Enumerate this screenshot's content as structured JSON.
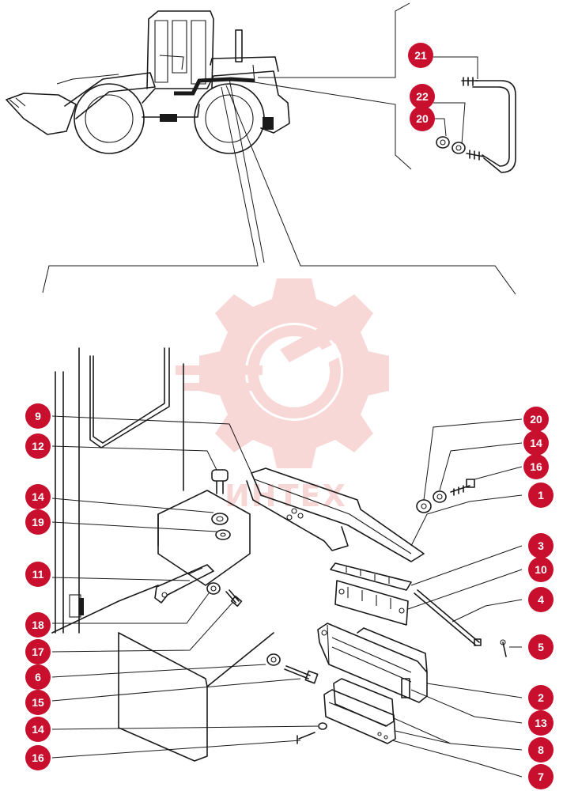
{
  "watermark": {
    "text": "ИНТЕХ",
    "color": "#f4b8b8"
  },
  "callout_color": "#c8102e",
  "callouts": [
    {
      "label": "21"
    },
    {
      "label": "22"
    },
    {
      "label": "20"
    },
    {
      "label": "9"
    },
    {
      "label": "12"
    },
    {
      "label": "14"
    },
    {
      "label": "19"
    },
    {
      "label": "11"
    },
    {
      "label": "18"
    },
    {
      "label": "17"
    },
    {
      "label": "6"
    },
    {
      "label": "15"
    },
    {
      "label": "14"
    },
    {
      "label": "16"
    },
    {
      "label": "20"
    },
    {
      "label": "14"
    },
    {
      "label": "16"
    },
    {
      "label": "1"
    },
    {
      "label": "3"
    },
    {
      "label": "10"
    },
    {
      "label": "4"
    },
    {
      "label": "5"
    },
    {
      "label": "2"
    },
    {
      "label": "13"
    },
    {
      "label": "8"
    },
    {
      "label": "7"
    }
  ]
}
